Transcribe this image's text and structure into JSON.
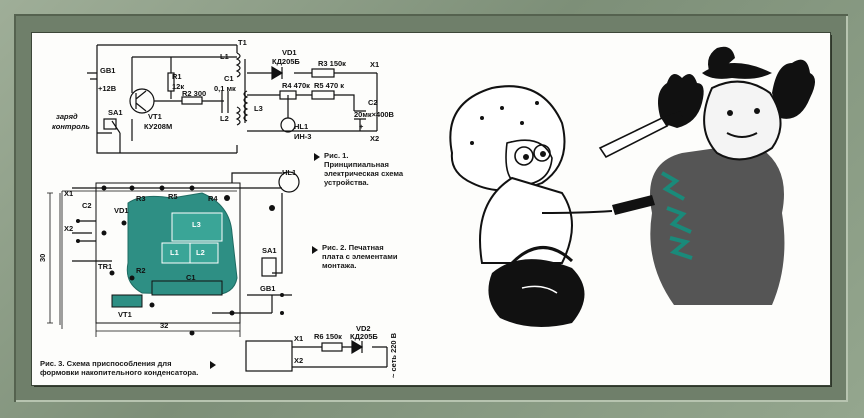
{
  "schematic": {
    "GB1": "GB1",
    "voltage": "+12В",
    "SA1": "SA1",
    "mode_charge": "заряд",
    "mode_control": "контроль",
    "VT1": "VT1",
    "VT1_type": "КУ208М",
    "R1": "R1",
    "R1_val": "12к",
    "R2": "R2 300",
    "T1": "T1",
    "L1": "L1",
    "L2": "L2",
    "L3": "L3",
    "C1": "C1",
    "C1_val": "0,1 мк",
    "VD1": "VD1",
    "VD1_type": "КД205Б",
    "R3": "R3 150к",
    "R4": "R4 470к",
    "R5": "R5 470 к",
    "HL1": "HL1",
    "HL1_type": "ИН-3",
    "C2": "C2",
    "C2_val": "20мк×400В",
    "X1": "X1",
    "X2": "X2",
    "plus": "+"
  },
  "board": {
    "X1": "X1",
    "X2": "X2",
    "C2": "C2",
    "VD1": "VD1",
    "R3": "R3",
    "R5": "R5",
    "R4": "R4",
    "HL1": "HL1",
    "L3": "L3",
    "L1": "L1",
    "L2": "L2",
    "TR1": "TR1",
    "R2": "R2",
    "C1": "C1",
    "SA1": "SA1",
    "GB1": "GB1",
    "VT1": "VT1",
    "dim_height": "30",
    "dim_width": "32"
  },
  "fixture": {
    "X1": "X1",
    "X2": "X2",
    "R6": "R6 150к",
    "VD2": "VD2",
    "VD2_type": "КД205Б",
    "mains": "~ сеть 220 В"
  },
  "captions": {
    "fig1": "Рис. 1. Принципиальная электрическая схема устройства.",
    "fig2": "Рис. 2. Печатная плата с элементами монтажа.",
    "fig3": "Рис. 3. Схема приспособления для формовки накопительного конденсатора."
  },
  "colors": {
    "frame": "#8a9a84",
    "board_fill": "#2e8f84",
    "ink": "#111111"
  }
}
